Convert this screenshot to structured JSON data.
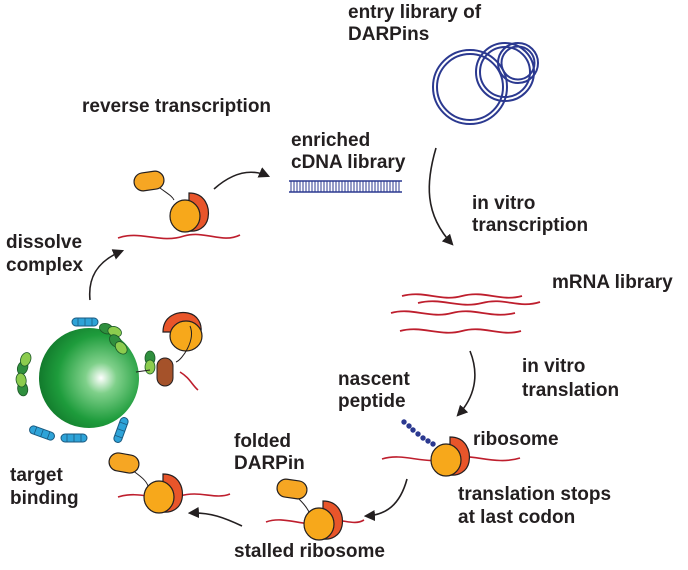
{
  "labels": {
    "entry_library": "entry library of",
    "entry_library_2": "DARPins",
    "reverse_transcription": "reverse transcription",
    "enriched": "enriched",
    "cdna_library": "cDNA library",
    "in_vitro_1": "in vitro",
    "transcription": "transcription",
    "dissolve": "dissolve",
    "complex": "complex",
    "mrna_library": "mRNA library",
    "in_vitro_2": "in vitro",
    "translation": "translation",
    "nascent": "nascent",
    "peptide": "peptide",
    "ribosome": "ribosome",
    "folded": "folded",
    "darpin": "DARPin",
    "target": "target",
    "binding": "binding",
    "translation_stops": "translation stops",
    "at_last_codon": "at last codon",
    "stalled_ribosome": "stalled ribosome"
  },
  "colors": {
    "plasmid": "#2b3990",
    "mrna": "#be1e2d",
    "darpin": "#f6a623",
    "ribosome_large": "#f7a81b",
    "ribosome_small": "#e8552a",
    "bead": "#1e9c3c",
    "target_blue": "#2ea3d8",
    "target_green": "#6cbe45",
    "arrow": "#231f20"
  }
}
